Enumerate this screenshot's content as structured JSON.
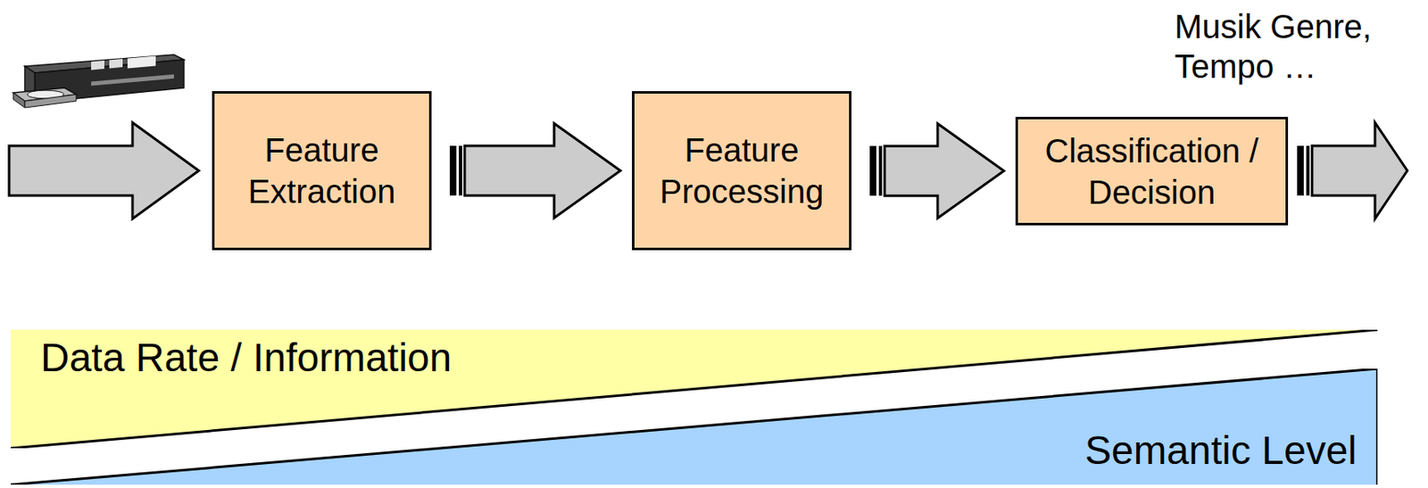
{
  "diagram": {
    "nodes": [
      {
        "text": [
          "Feature Extraction"
        ]
      },
      {
        "text": [
          "Feature Processing"
        ]
      },
      {
        "text": [
          "Classification / Decision"
        ]
      },
      {
        "text": [
          "Data Rate / Information"
        ]
      },
      {
        "text": [
          "Semantic Level"
        ]
      }
    ],
    "edges": [
      {
        "from": 0,
        "to": 1,
        "arrow": "to"
      },
      {
        "from": 1,
        "to": 2,
        "arrow": "to"
      }
    ],
    "labels": [
      "Musik Genre, Tempo …"
    ]
  }
}
